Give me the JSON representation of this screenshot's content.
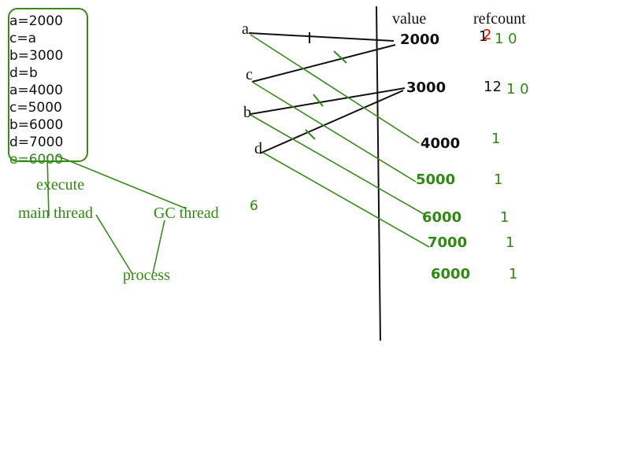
{
  "code": {
    "lines": [
      {
        "text": "a=2000"
      },
      {
        "text": "c=a"
      },
      {
        "text": "b=3000"
      },
      {
        "text": "d=b"
      },
      {
        "text": "a=4000"
      },
      {
        "text": "c=5000"
      },
      {
        "text": "b=6000"
      },
      {
        "text": "d=7000"
      },
      {
        "text": "e=6000"
      }
    ]
  },
  "labels": {
    "execute": "execute",
    "main_thread": "main  thread",
    "gc_thread": "GC  thread",
    "process": "process",
    "six": "6"
  },
  "headers": {
    "value": "value",
    "refcount": "refcount"
  },
  "variables": {
    "a": "a",
    "c": "c",
    "b": "b",
    "d": "d"
  },
  "values": {
    "v2000": "2000",
    "v3000": "3000",
    "v4000": "4000",
    "v5000": "5000",
    "v6000": "6000",
    "v7000": "7000",
    "v6000b": "6000"
  },
  "refcounts": {
    "r2000_black": "1",
    "r2000_red": "2",
    "r2000_green": "1 0",
    "r3000_black": "12",
    "r3000_green": "1 0",
    "r4000": "1",
    "r5000": "1",
    "r6000": "1",
    "r7000": "1",
    "r6000b": "1"
  },
  "colors": {
    "black": "#111111",
    "green": "#2e8a10",
    "red": "#e00000"
  }
}
